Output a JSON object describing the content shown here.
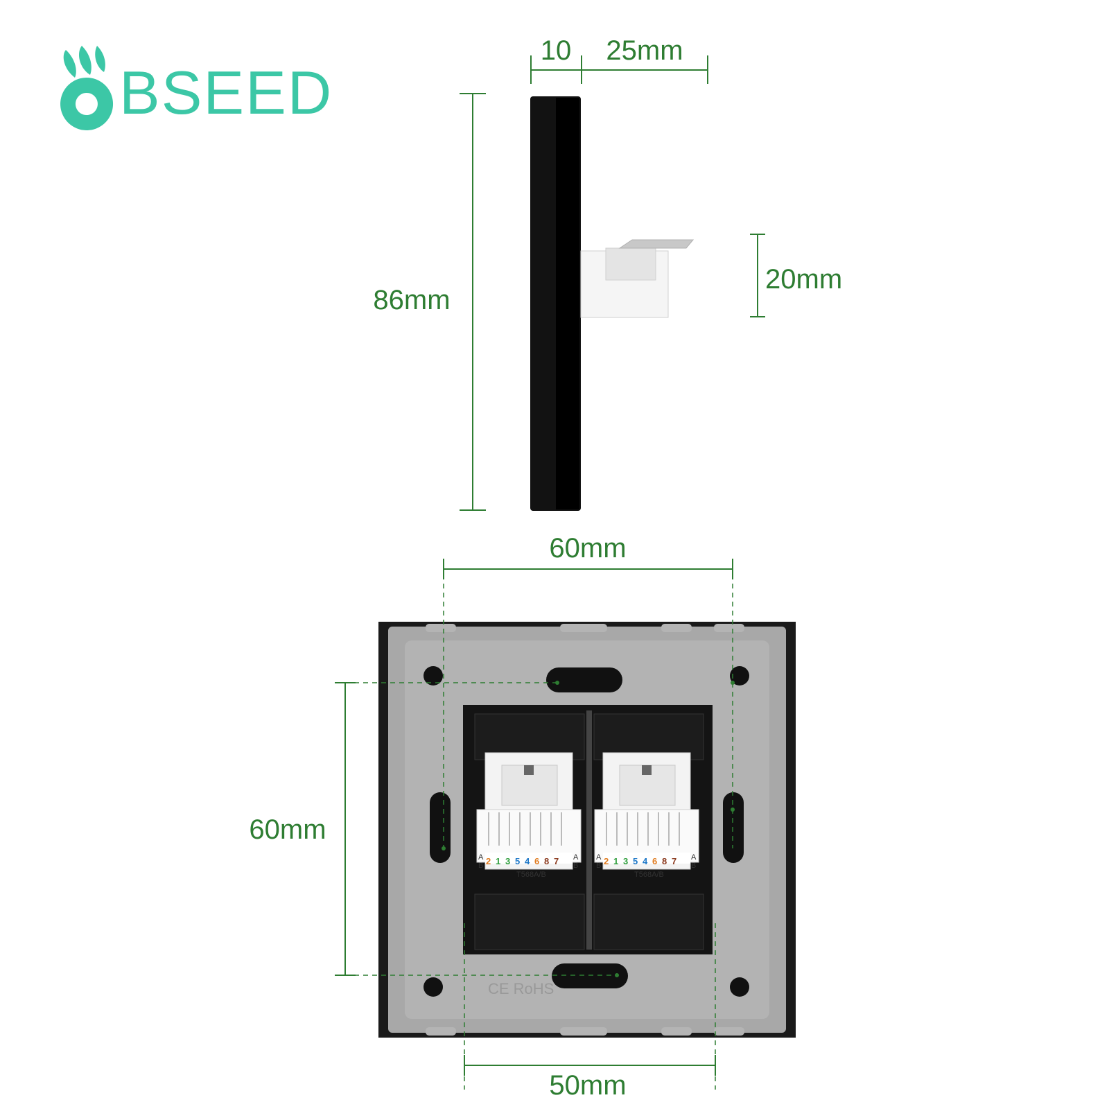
{
  "brand": {
    "name": "BSEED",
    "color": "#3cc7a6"
  },
  "colors": {
    "dimension": "#2e7d32",
    "panel_black": "#111111",
    "back_plate": "#a9a9a9",
    "module_white": "#f2f2f2"
  },
  "side_view": {
    "thickness_label": "10",
    "depth_label": "25mm",
    "height_label": "86mm",
    "module_height_label": "20mm"
  },
  "back_view": {
    "top_width_label": "60mm",
    "left_height_label": "60mm",
    "bottom_width_label": "50mm",
    "ports": [
      {
        "standard": "T568A/B",
        "pins": [
          "2",
          "1",
          "3",
          "5",
          "4",
          "6",
          "8",
          "7"
        ],
        "rows": [
          "A",
          "B"
        ]
      },
      {
        "standard": "T568A/B",
        "pins": [
          "2",
          "1",
          "3",
          "5",
          "4",
          "6",
          "8",
          "7"
        ],
        "rows": [
          "A",
          "B"
        ]
      }
    ],
    "molded_mark": "CE RoHS"
  }
}
